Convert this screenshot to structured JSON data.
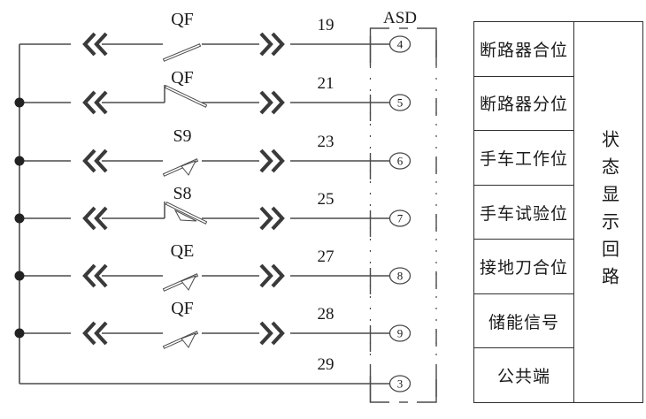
{
  "diagram": {
    "asd_label": "ASD",
    "rows": [
      {
        "switch_label": "QF",
        "contact": "no",
        "style": "plain",
        "wire_no": "19",
        "terminal": "4"
      },
      {
        "switch_label": "QF",
        "contact": "nc",
        "style": "plain",
        "wire_no": "21",
        "terminal": "5"
      },
      {
        "switch_label": "S9",
        "contact": "no",
        "style": "travel",
        "wire_no": "23",
        "terminal": "6"
      },
      {
        "switch_label": "S8",
        "contact": "nc",
        "style": "travel",
        "wire_no": "25",
        "terminal": "7"
      },
      {
        "switch_label": "QE",
        "contact": "no",
        "style": "travel",
        "wire_no": "27",
        "terminal": "8"
      },
      {
        "switch_label": "QF",
        "contact": "no",
        "style": "travel",
        "wire_no": "28",
        "terminal": "9"
      },
      {
        "switch_label": "",
        "contact": "none",
        "style": "none",
        "wire_no": "29",
        "terminal": "3"
      }
    ],
    "colors": {
      "line": "#4a4a4a",
      "chevron": "#3a3a3a",
      "text": "#1a1a1a",
      "background": "#ffffff"
    }
  },
  "table": {
    "rows": [
      "断路器合位",
      "断路器分位",
      "手车工作位",
      "手车试验位",
      "接地刀合位",
      "储能信号",
      "公共端"
    ],
    "side_label": "状态显示回路"
  }
}
